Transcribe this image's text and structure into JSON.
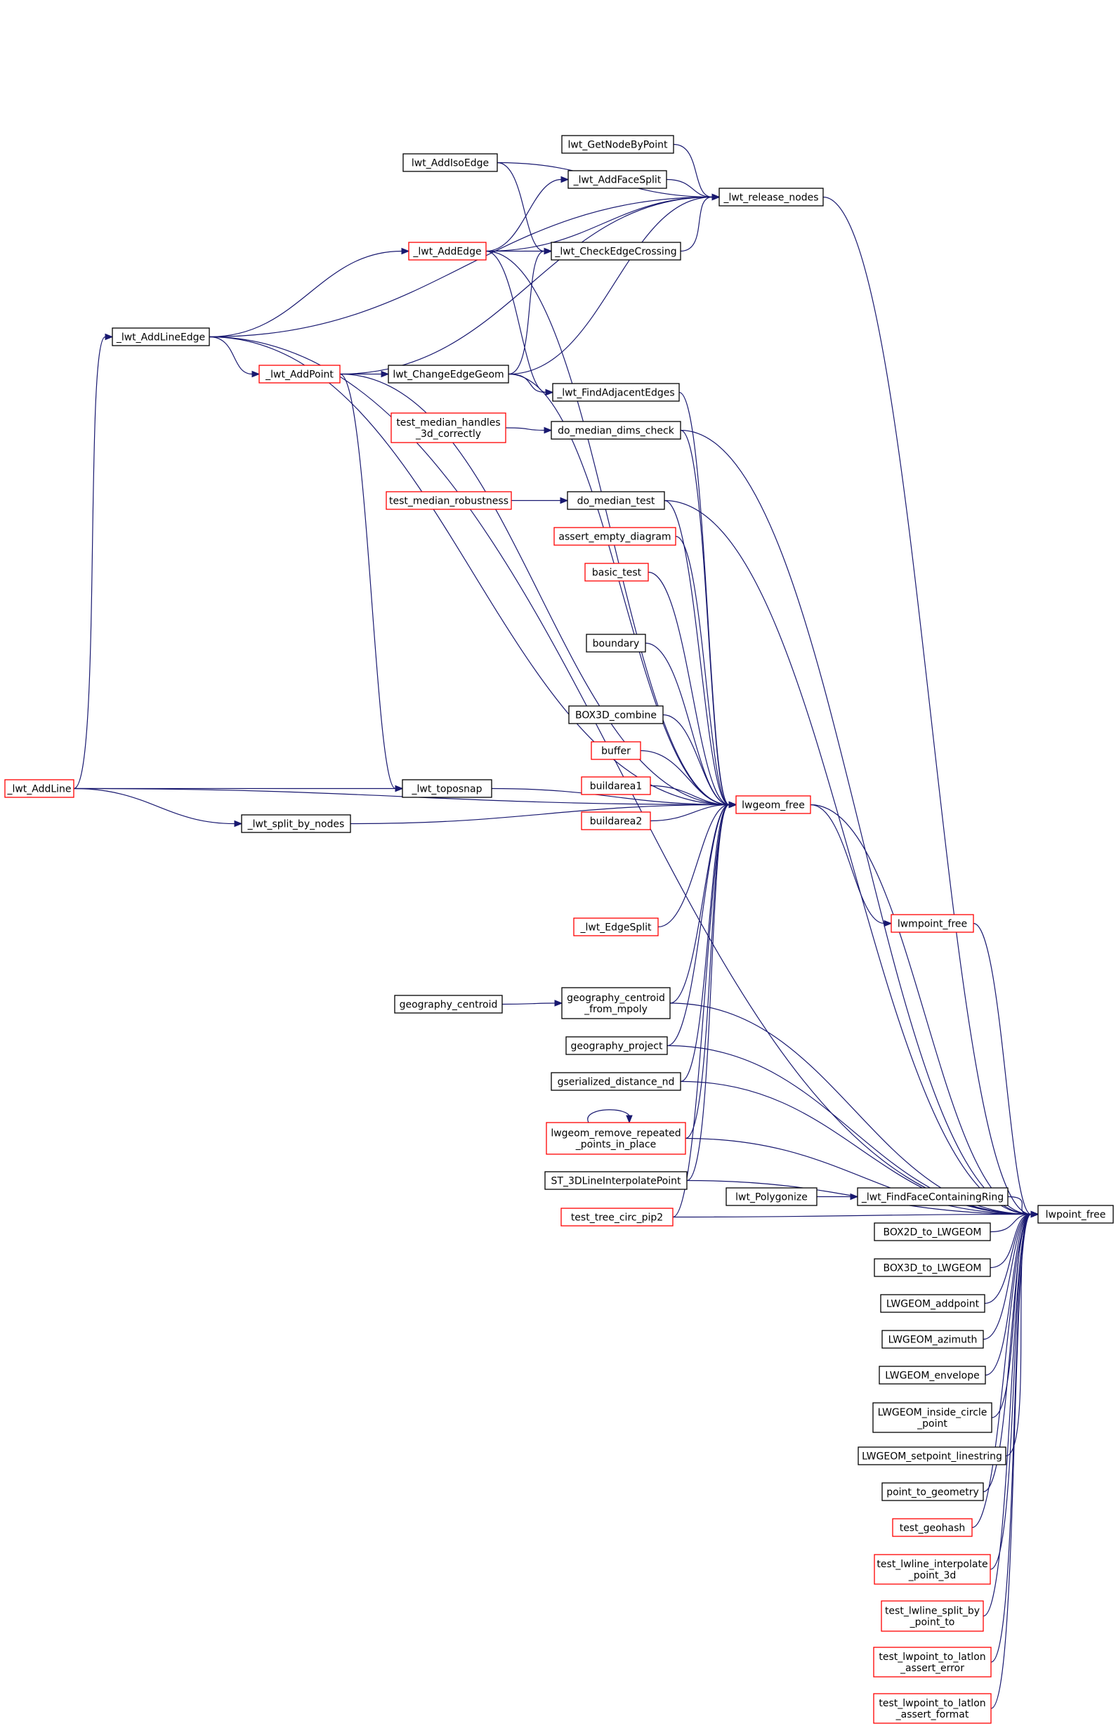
{
  "colors": {
    "edge": "#191970",
    "node_border_default": "#000000",
    "node_border_linked": "#ff0000",
    "node_fill": "#ffffff",
    "focus_fill": "#bfbfbf"
  },
  "nodes": {
    "lwt_AddLine": {
      "lines": [
        "_lwt_AddLine"
      ],
      "style": "linked"
    },
    "lwt_AddLineEdge": {
      "lines": [
        "_lwt_AddLineEdge"
      ],
      "style": "default"
    },
    "lwt_AddPoint": {
      "lines": [
        "_lwt_AddPoint"
      ],
      "style": "linked"
    },
    "lwt_AddIsoEdge": {
      "lines": [
        "lwt_AddIsoEdge"
      ],
      "style": "default"
    },
    "lwt_AddEdge": {
      "lines": [
        "_lwt_AddEdge"
      ],
      "style": "linked"
    },
    "lwt_GetNodeByPoint": {
      "lines": [
        "lwt_GetNodeByPoint"
      ],
      "style": "default"
    },
    "lwt_AddFaceSplit": {
      "lines": [
        "_lwt_AddFaceSplit"
      ],
      "style": "default"
    },
    "lwt_release_nodes": {
      "lines": [
        "_lwt_release_nodes"
      ],
      "style": "default"
    },
    "lwt_CheckEdgeCrossing": {
      "lines": [
        "_lwt_CheckEdgeCrossing"
      ],
      "style": "default"
    },
    "lwt_ChangeEdgeGeom": {
      "lines": [
        "lwt_ChangeEdgeGeom"
      ],
      "style": "default"
    },
    "lwt_FindAdjacentEdges": {
      "lines": [
        "_lwt_FindAdjacentEdges"
      ],
      "style": "default"
    },
    "test_median_handles": {
      "lines": [
        "test_median_handles",
        "_3d_correctly"
      ],
      "style": "linked"
    },
    "do_median_dims_check": {
      "lines": [
        "do_median_dims_check"
      ],
      "style": "default"
    },
    "test_median_robustness": {
      "lines": [
        "test_median_robustness"
      ],
      "style": "linked"
    },
    "do_median_test": {
      "lines": [
        "do_median_test"
      ],
      "style": "default"
    },
    "assert_empty_diagram": {
      "lines": [
        "assert_empty_diagram"
      ],
      "style": "linked"
    },
    "basic_test": {
      "lines": [
        "basic_test"
      ],
      "style": "linked"
    },
    "boundary": {
      "lines": [
        "boundary"
      ],
      "style": "default"
    },
    "BOX3D_combine": {
      "lines": [
        "BOX3D_combine"
      ],
      "style": "default"
    },
    "buffer": {
      "lines": [
        "buffer"
      ],
      "style": "linked"
    },
    "buildarea1": {
      "lines": [
        "buildarea1"
      ],
      "style": "linked"
    },
    "buildarea2": {
      "lines": [
        "buildarea2"
      ],
      "style": "linked"
    },
    "lwt_toposnap": {
      "lines": [
        "_lwt_toposnap"
      ],
      "style": "default"
    },
    "lwt_split_by_nodes": {
      "lines": [
        "_lwt_split_by_nodes"
      ],
      "style": "default"
    },
    "lwgeom_free": {
      "lines": [
        "lwgeom_free"
      ],
      "style": "linked"
    },
    "lwmpoint_free": {
      "lines": [
        "lwmpoint_free"
      ],
      "style": "linked"
    },
    "lwt_EdgeSplit": {
      "lines": [
        "_lwt_EdgeSplit"
      ],
      "style": "linked"
    },
    "geography_centroid": {
      "lines": [
        "geography_centroid"
      ],
      "style": "default"
    },
    "geography_centroid_from_mpoly": {
      "lines": [
        "geography_centroid",
        "_from_mpoly"
      ],
      "style": "default"
    },
    "geography_project": {
      "lines": [
        "geography_project"
      ],
      "style": "default"
    },
    "gserialized_distance_nd": {
      "lines": [
        "gserialized_distance_nd"
      ],
      "style": "default"
    },
    "lwgeom_remove_repeated": {
      "lines": [
        "lwgeom_remove_repeated",
        "_points_in_place"
      ],
      "style": "linked"
    },
    "ST_3DLineInterpolatePoint": {
      "lines": [
        "ST_3DLineInterpolatePoint"
      ],
      "style": "default"
    },
    "lwt_Polygonize": {
      "lines": [
        "lwt_Polygonize"
      ],
      "style": "default"
    },
    "lwt_FindFaceContainingRing": {
      "lines": [
        "_lwt_FindFaceContainingRing"
      ],
      "style": "default"
    },
    "test_tree_circ_pip2": {
      "lines": [
        "test_tree_circ_pip2"
      ],
      "style": "linked"
    },
    "lwpoint_free": {
      "lines": [
        "lwpoint_free"
      ],
      "style": "focus"
    },
    "BOX2D_to_LWGEOM": {
      "lines": [
        "BOX2D_to_LWGEOM"
      ],
      "style": "default"
    },
    "BOX3D_to_LWGEOM": {
      "lines": [
        "BOX3D_to_LWGEOM"
      ],
      "style": "default"
    },
    "LWGEOM_addpoint": {
      "lines": [
        "LWGEOM_addpoint"
      ],
      "style": "default"
    },
    "LWGEOM_azimuth": {
      "lines": [
        "LWGEOM_azimuth"
      ],
      "style": "default"
    },
    "LWGEOM_envelope": {
      "lines": [
        "LWGEOM_envelope"
      ],
      "style": "default"
    },
    "LWGEOM_inside_circle_point": {
      "lines": [
        "LWGEOM_inside_circle",
        "_point"
      ],
      "style": "default"
    },
    "LWGEOM_setpoint_linestring": {
      "lines": [
        "LWGEOM_setpoint_linestring"
      ],
      "style": "default"
    },
    "point_to_geometry": {
      "lines": [
        "point_to_geometry"
      ],
      "style": "default"
    },
    "test_geohash": {
      "lines": [
        "test_geohash"
      ],
      "style": "linked"
    },
    "test_lwline_interpolate_point_3d": {
      "lines": [
        "test_lwline_interpolate",
        "_point_3d"
      ],
      "style": "linked"
    },
    "test_lwline_split_by_point_to": {
      "lines": [
        "test_lwline_split_by",
        "_point_to"
      ],
      "style": "linked"
    },
    "test_lwpoint_to_latlon_assert_error": {
      "lines": [
        "test_lwpoint_to_latlon",
        "_assert_error"
      ],
      "style": "linked"
    },
    "test_lwpoint_to_latlon_assert_format": {
      "lines": [
        "test_lwpoint_to_latlon",
        "_assert_format"
      ],
      "style": "linked"
    }
  },
  "edges": [
    [
      "lwpoint_free",
      "lwt_release_nodes"
    ],
    [
      "lwpoint_free",
      "lwt_AddLineEdge"
    ],
    [
      "lwpoint_free",
      "lwgeom_free"
    ],
    [
      "lwpoint_free",
      "lwmpoint_free"
    ],
    [
      "lwpoint_free",
      "do_median_dims_check"
    ],
    [
      "lwpoint_free",
      "do_median_test"
    ],
    [
      "lwpoint_free",
      "geography_centroid_from_mpoly"
    ],
    [
      "lwpoint_free",
      "geography_project"
    ],
    [
      "lwpoint_free",
      "gserialized_distance_nd"
    ],
    [
      "lwpoint_free",
      "lwgeom_remove_repeated"
    ],
    [
      "lwpoint_free",
      "ST_3DLineInterpolatePoint"
    ],
    [
      "lwpoint_free",
      "test_tree_circ_pip2"
    ],
    [
      "lwpoint_free",
      "lwt_FindFaceContainingRing"
    ],
    [
      "lwpoint_free",
      "BOX2D_to_LWGEOM"
    ],
    [
      "lwpoint_free",
      "BOX3D_to_LWGEOM"
    ],
    [
      "lwpoint_free",
      "LWGEOM_addpoint"
    ],
    [
      "lwpoint_free",
      "LWGEOM_azimuth"
    ],
    [
      "lwpoint_free",
      "LWGEOM_envelope"
    ],
    [
      "lwpoint_free",
      "LWGEOM_inside_circle_point"
    ],
    [
      "lwpoint_free",
      "LWGEOM_setpoint_linestring"
    ],
    [
      "lwpoint_free",
      "point_to_geometry"
    ],
    [
      "lwpoint_free",
      "test_geohash"
    ],
    [
      "lwpoint_free",
      "test_lwline_interpolate_point_3d"
    ],
    [
      "lwpoint_free",
      "test_lwline_split_by_point_to"
    ],
    [
      "lwpoint_free",
      "test_lwpoint_to_latlon_assert_error"
    ],
    [
      "lwpoint_free",
      "test_lwpoint_to_latlon_assert_format"
    ],
    [
      "lwt_FindFaceContainingRing",
      "lwt_Polygonize"
    ],
    [
      "lwgeom_free",
      "lwt_AddEdge"
    ],
    [
      "lwgeom_free",
      "lwt_AddPoint"
    ],
    [
      "lwgeom_free",
      "lwt_ChangeEdgeGeom"
    ],
    [
      "lwgeom_free",
      "lwt_FindAdjacentEdges"
    ],
    [
      "lwgeom_free",
      "do_median_dims_check"
    ],
    [
      "lwgeom_free",
      "do_median_test"
    ],
    [
      "lwgeom_free",
      "assert_empty_diagram"
    ],
    [
      "lwgeom_free",
      "basic_test"
    ],
    [
      "lwgeom_free",
      "boundary"
    ],
    [
      "lwgeom_free",
      "BOX3D_combine"
    ],
    [
      "lwgeom_free",
      "buffer"
    ],
    [
      "lwgeom_free",
      "buildarea1"
    ],
    [
      "lwgeom_free",
      "buildarea2"
    ],
    [
      "lwgeom_free",
      "lwt_toposnap"
    ],
    [
      "lwgeom_free",
      "lwt_split_by_nodes"
    ],
    [
      "lwgeom_free",
      "lwt_EdgeSplit"
    ],
    [
      "lwgeom_free",
      "lwt_AddLine"
    ],
    [
      "lwgeom_free",
      "lwt_AddLineEdge"
    ],
    [
      "lwgeom_free",
      "geography_centroid_from_mpoly"
    ],
    [
      "lwgeom_free",
      "geography_project"
    ],
    [
      "lwgeom_free",
      "gserialized_distance_nd"
    ],
    [
      "lwgeom_free",
      "lwgeom_remove_repeated"
    ],
    [
      "lwgeom_free",
      "ST_3DLineInterpolatePoint"
    ],
    [
      "lwgeom_free",
      "test_tree_circ_pip2"
    ],
    [
      "lwt_release_nodes",
      "lwt_AddLineEdge"
    ],
    [
      "lwt_release_nodes",
      "lwt_AddIsoEdge"
    ],
    [
      "lwt_release_nodes",
      "lwt_GetNodeByPoint"
    ],
    [
      "lwt_release_nodes",
      "lwt_AddFaceSplit"
    ],
    [
      "lwt_release_nodes",
      "lwt_AddEdge"
    ],
    [
      "lwt_release_nodes",
      "lwt_CheckEdgeCrossing"
    ],
    [
      "lwt_release_nodes",
      "lwt_AddPoint"
    ],
    [
      "lwt_release_nodes",
      "lwt_ChangeEdgeGeom"
    ],
    [
      "lwt_AddFaceSplit",
      "lwt_AddEdge"
    ],
    [
      "lwt_CheckEdgeCrossing",
      "lwt_AddIsoEdge"
    ],
    [
      "lwt_CheckEdgeCrossing",
      "lwt_AddEdge"
    ],
    [
      "lwt_CheckEdgeCrossing",
      "lwt_ChangeEdgeGeom"
    ],
    [
      "lwt_FindAdjacentEdges",
      "lwt_AddEdge"
    ],
    [
      "lwt_FindAdjacentEdges",
      "lwt_ChangeEdgeGeom"
    ],
    [
      "lwt_AddEdge",
      "lwt_AddLineEdge"
    ],
    [
      "lwt_AddPoint",
      "lwt_AddLineEdge"
    ],
    [
      "lwt_ChangeEdgeGeom",
      "lwt_AddPoint"
    ],
    [
      "lwt_AddLineEdge",
      "lwt_AddLine"
    ],
    [
      "lwt_toposnap",
      "lwt_AddLine"
    ],
    [
      "lwt_toposnap",
      "lwt_AddPoint"
    ],
    [
      "lwt_split_by_nodes",
      "lwt_AddLine"
    ],
    [
      "do_median_dims_check",
      "test_median_handles"
    ],
    [
      "do_median_test",
      "test_median_robustness"
    ],
    [
      "geography_centroid_from_mpoly",
      "geography_centroid"
    ],
    [
      "lwmpoint_free",
      "lwgeom_free"
    ],
    [
      "lwgeom_remove_repeated",
      "lwgeom_remove_repeated"
    ]
  ]
}
